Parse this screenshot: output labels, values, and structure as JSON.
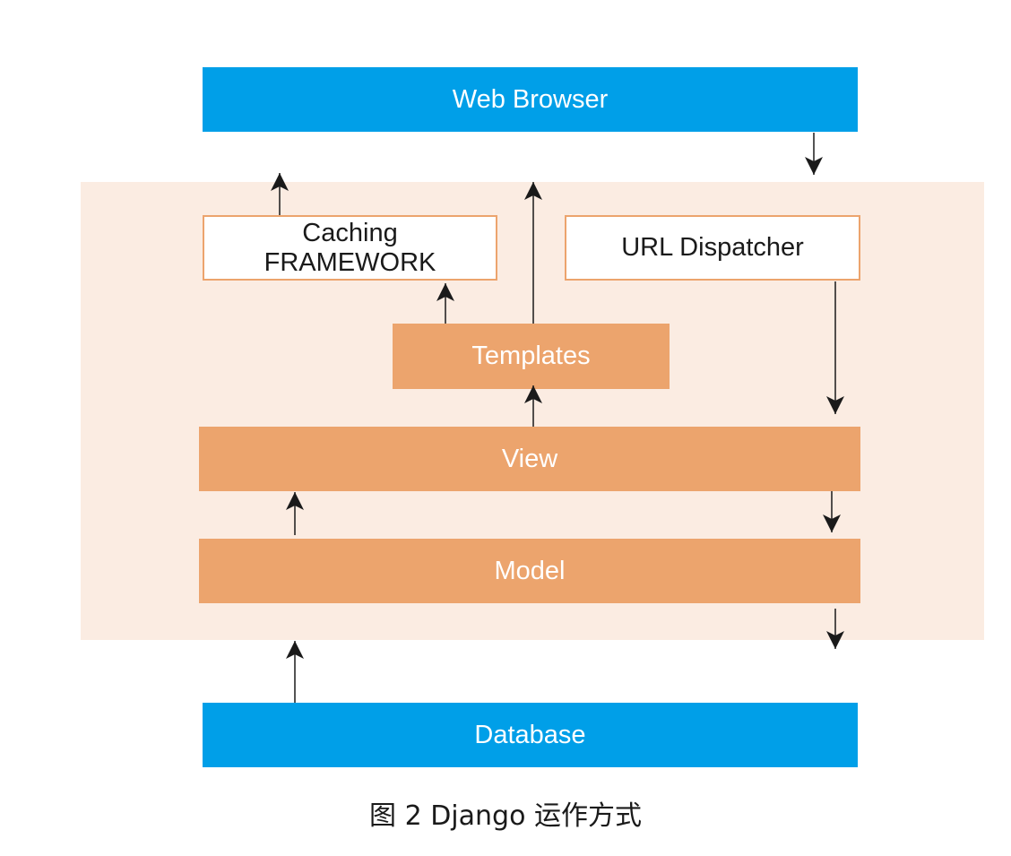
{
  "nodes": {
    "web_browser": "Web Browser",
    "caching_line1": "Caching",
    "caching_line2": "FRAMEWORK",
    "url_dispatcher": "URL Dispatcher",
    "templates": "Templates",
    "view": "View",
    "model": "Model",
    "database": "Database"
  },
  "caption": "图 2  Django 运作方式",
  "colors": {
    "blue": "#009fe8",
    "orange": "#eca46d",
    "panel": "#fbece2",
    "arrow": "#1a1a1a"
  }
}
